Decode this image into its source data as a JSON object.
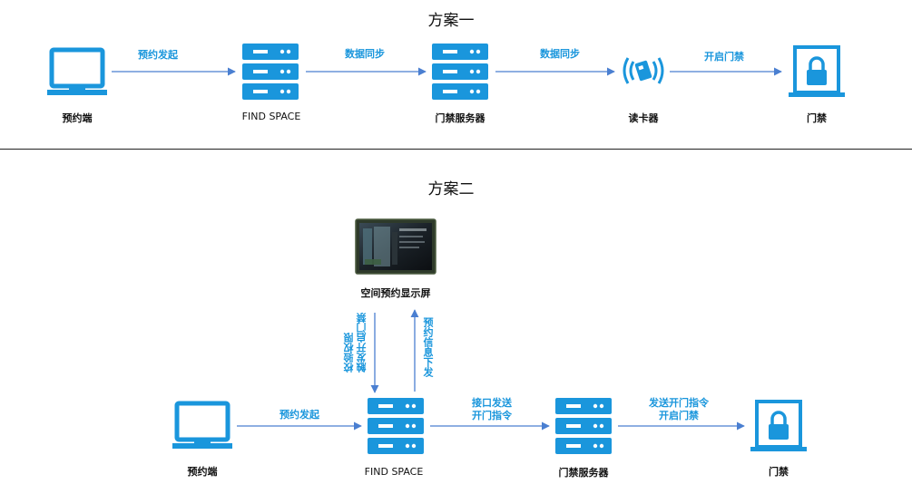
{
  "colors": {
    "icon": "#1a96dc",
    "arrow": "#4a7fd1",
    "edge_label": "#1a96dc"
  },
  "scheme1": {
    "title": "方案一",
    "nodes": [
      {
        "label": "预约端",
        "icon": "laptop-icon"
      },
      {
        "label": "FIND SPACE",
        "icon": "server-icon"
      },
      {
        "label": "门禁服务器",
        "icon": "server-icon"
      },
      {
        "label": "读卡器",
        "icon": "card-reader-icon"
      },
      {
        "label": "门禁",
        "icon": "door-lock-icon"
      }
    ],
    "edges": [
      "预约发起",
      "数据同步",
      "数据同步",
      "开启门禁"
    ]
  },
  "scheme2": {
    "title": "方案二",
    "display_label": "空间预约显示屏",
    "display_icon": "display-screen-icon",
    "nodes": [
      {
        "label": "预约端",
        "icon": "laptop-icon"
      },
      {
        "label": "FIND SPACE",
        "icon": "server-icon"
      },
      {
        "label": "门禁服务器",
        "icon": "server-icon"
      },
      {
        "label": "门禁",
        "icon": "door-lock-icon"
      }
    ],
    "edges": [
      {
        "line1": "预约发起",
        "line2": ""
      },
      {
        "line1": "接口发送",
        "line2": "开门指令"
      },
      {
        "line1": "发送开门指令",
        "line2": "开启门禁"
      }
    ],
    "vertical_edges": {
      "down": {
        "line1": "校验权限",
        "line2": "触发开启门禁"
      },
      "up": {
        "line1": "预约信息下发"
      }
    }
  }
}
